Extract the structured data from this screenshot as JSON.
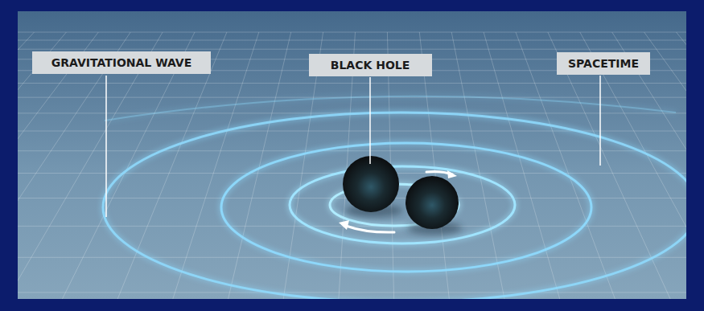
{
  "diagram": {
    "nodes": [
      {
        "text": [
          "GRAVITATIONAL WAVE"
        ]
      },
      {
        "text": [
          "BLACK HOLE"
        ]
      },
      {
        "text": [
          "SPACETIME"
        ]
      }
    ]
  }
}
